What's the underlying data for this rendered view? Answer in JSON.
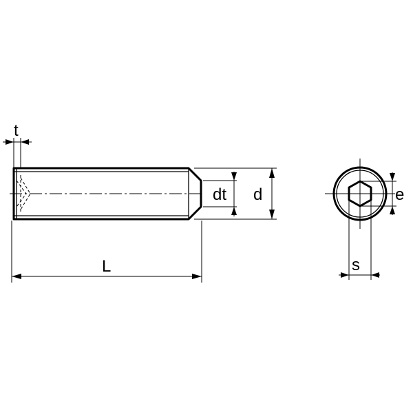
{
  "labels": {
    "t": "t",
    "L": "L",
    "dt": "dt",
    "d": "d",
    "e": "e",
    "s": "s"
  }
}
